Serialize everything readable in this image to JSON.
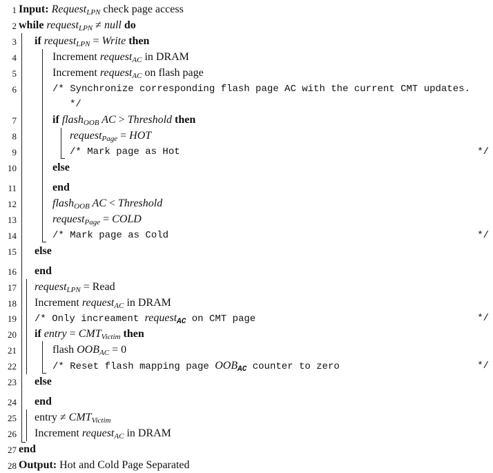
{
  "algorithm": {
    "line_numbers": [
      "1",
      "2",
      "3",
      "4",
      "5",
      "6",
      "7",
      "8",
      "9",
      "10",
      "11",
      "12",
      "13",
      "14",
      "15",
      "16",
      "17",
      "18",
      "19",
      "20",
      "21",
      "22",
      "23",
      "24",
      "25",
      "26",
      "27",
      "28"
    ],
    "keywords": {
      "input": "Input:",
      "while": "while",
      "do": "do",
      "if": "if",
      "then": "then",
      "else": "else",
      "end": "end",
      "output": "Output:"
    },
    "text": {
      "request": "Request",
      "request_lc": "request",
      "LPN": "LPN",
      "AC": "AC",
      "Page": "Page",
      "OOB": "OOB",
      "Victim": "Victim",
      "check_page_access": " check page access",
      "neq": " ≠ ",
      "eq": " = ",
      "gt": " > ",
      "lt": " < ",
      "null": "null",
      "Write": "Write",
      "increment": "Increment ",
      "in_dram": " in DRAM",
      "on_flash_page": " on flash page",
      "flash": "flash",
      "flash_sp": "flash ",
      "AC_sp": " AC",
      "Threshold": "Threshold",
      "HOT": "HOT",
      "COLD": "COLD",
      "Read": "Read",
      "entry_i": "entry",
      "entry": "entry",
      "CMT": "CMT",
      "zero": "0",
      "output_text": " Hot and Cold Page Separated"
    },
    "comments": {
      "c6a": "/* Synchronize corresponding flash page AC with the current CMT updates.",
      "c6b": "*/",
      "c9": "/* Mark page as Hot",
      "c14": "/* Mark page as Cold",
      "c19_pre": "/* Only increament ",
      "c19_post": " on CMT page",
      "c22_pre": "/* Reset flash mapping page ",
      "c22_post": " counter to zero",
      "close": "*/"
    }
  }
}
